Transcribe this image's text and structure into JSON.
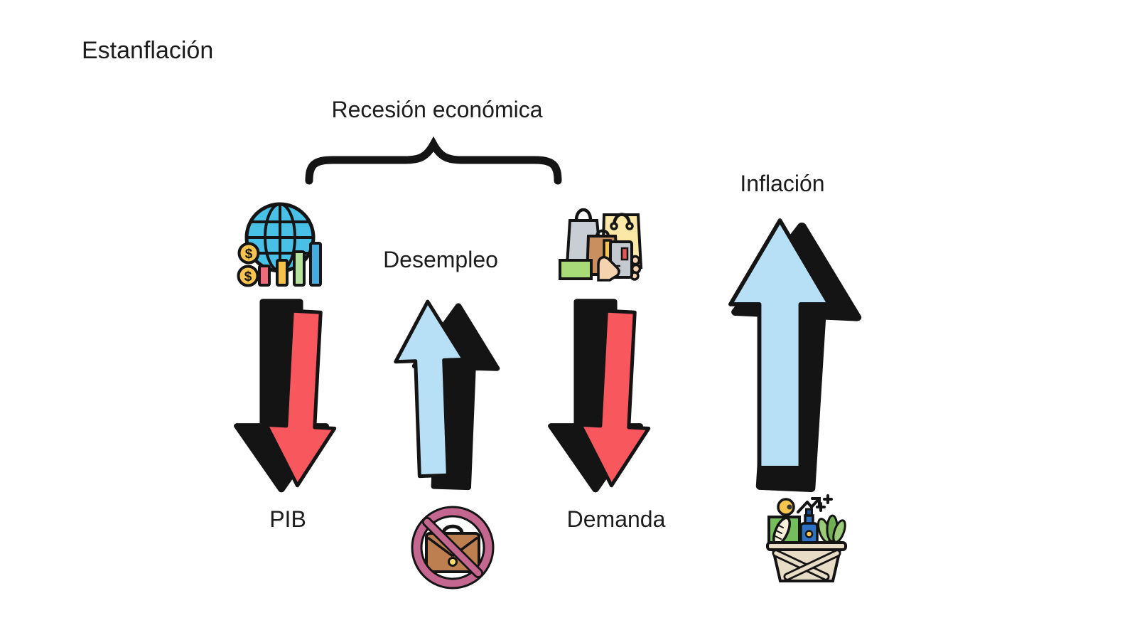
{
  "title": "Estanflación",
  "brace": {
    "label": "Recesión económica"
  },
  "nodes": {
    "pib": {
      "label": "PIB",
      "direction": "down"
    },
    "desempleo": {
      "label": "Desempleo",
      "direction": "up"
    },
    "demanda": {
      "label": "Demanda",
      "direction": "down"
    },
    "inflacion": {
      "label": "Inflación",
      "direction": "up"
    }
  },
  "icons": {
    "pib": "global-economy-icon",
    "desempleo": "no-work-icon",
    "demanda": "shopping-bags-icon",
    "inflacion": "grocery-basket-icon"
  },
  "colors": {
    "background": "#ffffff",
    "text": "#1c1c1c",
    "outline": "#141414",
    "arrow_down_fill": "#F8575E",
    "arrow_up_fill": "#B7DFF6",
    "brace": "#141414",
    "globe_blue": "#49C0E5",
    "coin_gold": "#F6C44F",
    "prohibition_pink": "#C4678F",
    "briefcase_brown": "#BD7E50",
    "basket_tan": "#E7DCC6"
  }
}
